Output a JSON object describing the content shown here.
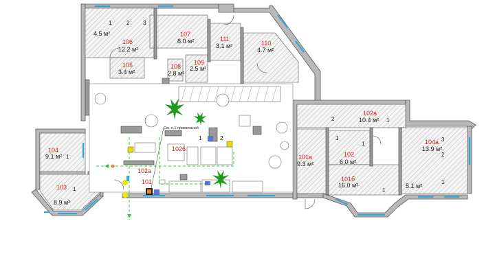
{
  "rooms": [
    {
      "id": "r104",
      "number": "104",
      "area": "9.1 м²"
    },
    {
      "id": "r103",
      "number": "103",
      "area": "8.9 м²"
    },
    {
      "id": "r105",
      "number": "105",
      "area": "3.4 м²"
    },
    {
      "id": "r106",
      "number": "106",
      "area": "12.2 м²"
    },
    {
      "id": "r106a",
      "number": "",
      "area": "4.5 м²"
    },
    {
      "id": "r107",
      "number": "107",
      "area": "8.0 м²"
    },
    {
      "id": "r108",
      "number": "108",
      "area": "2.8 м²"
    },
    {
      "id": "r109",
      "number": "109",
      "area": "2.5 м²"
    },
    {
      "id": "r111",
      "number": "111",
      "area": "3.1 м²"
    },
    {
      "id": "r110",
      "number": "110",
      "area": "4.7 м²"
    },
    {
      "id": "r102a_top",
      "number": "102a",
      "area": "10.4 м²"
    },
    {
      "id": "r101a",
      "number": "101a",
      "area": "9.3 м²"
    },
    {
      "id": "r102",
      "number": "102",
      "area": "6.0 м²"
    },
    {
      "id": "r101b",
      "number": "101б",
      "area": "16.0 м²"
    },
    {
      "id": "r104a",
      "number": "104a",
      "area": "13.9 м²"
    },
    {
      "id": "r104a_sub",
      "number": "",
      "area": "5.1 м²"
    },
    {
      "id": "r1026",
      "number": "1026",
      "area": ""
    },
    {
      "id": "r102a_left",
      "number": "102a",
      "area": ""
    },
    {
      "id": "r101",
      "number": "101",
      "area": ""
    }
  ],
  "window_numbers": {
    "w1": "1",
    "w2": "2",
    "w3": "3",
    "w104": "1",
    "w103": "1",
    "w1026_1": "1",
    "w1026_2": "2",
    "w102a_1": "1",
    "w102a_2": "2",
    "w102": "1",
    "w104a_3": "3",
    "w104a_2": "2",
    "w104a_1": "1",
    "w101b": "1",
    "w102_1": "1"
  },
  "note": "См. п.1 примечаний",
  "colors": {
    "room_number": "#d4231c",
    "window": "#36a6d9",
    "evac_path": "#33cc33",
    "plant": "#1f9a1f",
    "marker": "#f2e600"
  }
}
